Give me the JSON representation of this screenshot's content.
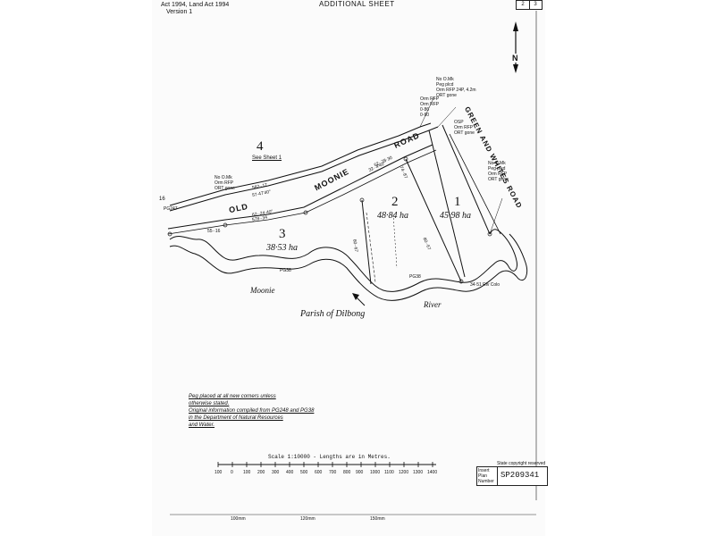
{
  "header": {
    "legislation": "Act 1994, Land Act 1994",
    "version": "Version 1",
    "title": "ADDITIONAL SHEET",
    "sheet_no": "2",
    "sheet_total": "3"
  },
  "north_label": "N",
  "lots": [
    {
      "number": "4",
      "note": "See Sheet 1"
    },
    {
      "number": "3",
      "area": "38·53 ha"
    },
    {
      "number": "2",
      "area": "48·84 ha"
    },
    {
      "number": "1",
      "area": "45·98 ha"
    },
    {
      "number": "16"
    }
  ],
  "roads": {
    "old": "OLD",
    "moonie": "MOONIE",
    "road": "ROAD",
    "green_whites": "GREEN AND WHITES ROAD"
  },
  "river": {
    "name1": "Moonie",
    "name2": "River"
  },
  "parish": "Parish of Dilbong",
  "plan_refs": [
    "PG38",
    "PG38",
    "PG247"
  ],
  "bearings": [
    "55··16",
    "57·47'40\"",
    "582··17",
    "62··78·30",
    "62··24·40\"",
    "578··34",
    "60··67",
    "80··67",
    "32··4'40\"",
    "74··87",
    "34·51 Riv Colo"
  ],
  "survey_marks": [
    "No O.Mk\nPeg plcd\nOrm RFP 24P, 4.2m\nORT gone",
    "Orm RFP\nOrm RFP\n0·86\n0·60",
    "OSP\nOrm RFP\nORT gone",
    "No O.Mk\nPeg plcd\nOrm RFP\nORT gone",
    "No O.Mk\nOrm RFP\nORT gone"
  ],
  "notes": [
    "Peg placed at all new corners unless",
    "otherwise stated.",
    "Original information compiled from PG248 and PG38",
    "in the Department of Natural Resources",
    "and Water."
  ],
  "scale": {
    "label": "Scale 1:10000 - Lengths are in Metres.",
    "ticks": [
      "100",
      "0",
      "100",
      "200",
      "300",
      "400",
      "500",
      "600",
      "700",
      "800",
      "900",
      "1000",
      "1100",
      "1200",
      "1300",
      "1400"
    ],
    "stamp": "State copyright reserved"
  },
  "plan": {
    "label_lines": [
      "Insert",
      "Plan",
      "Number"
    ],
    "number": "SP209341"
  },
  "bottom_ruler": [
    "100mm",
    "120mm",
    "150mm"
  ]
}
